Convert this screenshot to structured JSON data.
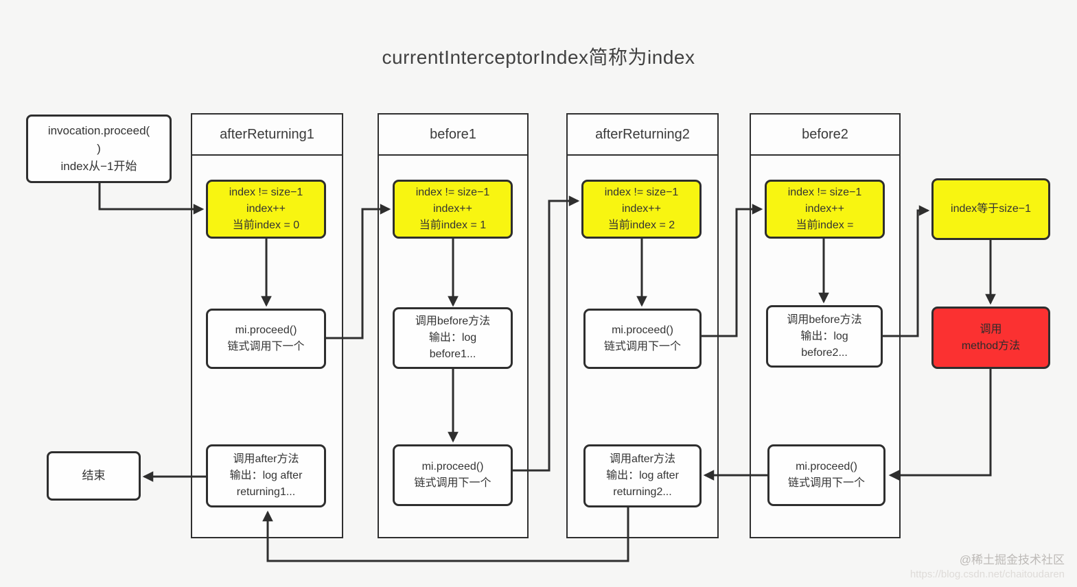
{
  "title": "currentInterceptorIndex简称为index",
  "colors": {
    "yellow": "#F8F511",
    "red": "#FB3131",
    "box_border": "#2E2E2E",
    "background": "#F6F6F5",
    "container_fill": "#FCFCFC",
    "text": "#333333",
    "watermark": "#BDBAB7",
    "watermark_url": "#DEDBD8"
  },
  "start_box": {
    "lines": [
      "invocation.proceed(",
      ")",
      "index从−1开始"
    ]
  },
  "end_box": {
    "label": "结束"
  },
  "columns": [
    {
      "header": "afterReturning1",
      "condition_box": {
        "lines": [
          "index != size−1",
          "index++",
          "当前index = 0"
        ]
      },
      "mid_box": {
        "lines": [
          "mi.proceed()",
          "链式调用下一个"
        ]
      },
      "bottom_box": {
        "lines": [
          "调用after方法",
          "输出：log after",
          "returning1..."
        ]
      }
    },
    {
      "header": "before1",
      "condition_box": {
        "lines": [
          "index != size−1",
          "index++",
          "当前index = 1"
        ]
      },
      "mid_box": {
        "lines": [
          "调用before方法",
          "输出：log",
          "before1..."
        ]
      },
      "bottom_box": {
        "lines": [
          "mi.proceed()",
          "链式调用下一个"
        ]
      }
    },
    {
      "header": "afterReturning2",
      "condition_box": {
        "lines": [
          "index != size−1",
          "index++",
          "当前index = 2"
        ]
      },
      "mid_box": {
        "lines": [
          "mi.proceed()",
          "链式调用下一个"
        ]
      },
      "bottom_box": {
        "lines": [
          "调用after方法",
          "输出：log after",
          "returning2..."
        ]
      }
    },
    {
      "header": "before2",
      "condition_box": {
        "lines": [
          "index != size−1",
          "index++",
          "当前index ="
        ]
      },
      "mid_box": {
        "lines": [
          "调用before方法",
          "输出：log",
          "before2..."
        ]
      },
      "bottom_box": {
        "lines": [
          "mi.proceed()",
          "链式调用下一个"
        ]
      }
    }
  ],
  "terminal": {
    "size_box": {
      "label": "index等于size−1"
    },
    "method_box": {
      "lines": [
        "调用",
        "method方法"
      ]
    }
  },
  "watermark": {
    "community": "@稀土掘金技术社区",
    "url": "https://blog.csdn.net/chaitoudaren"
  }
}
